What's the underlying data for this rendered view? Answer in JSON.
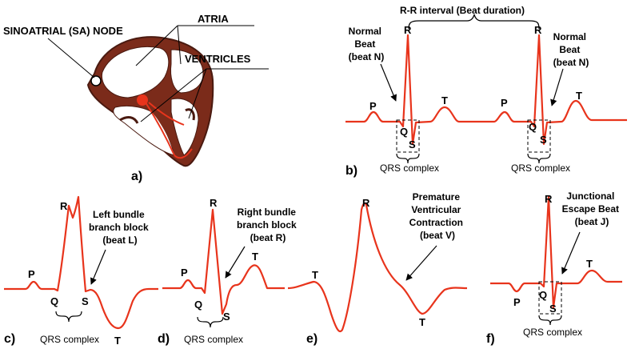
{
  "colors": {
    "trace": "#e8341c",
    "heart_outer": "#7b2b1a",
    "heart_edge": "#4a1a10",
    "chamber": "#ffffff",
    "ink": "#000000"
  },
  "heart": {
    "sa_node": "SINOATRIAL (SA) NODE",
    "atria": "ATRIA",
    "ventricles": "VENTRICLES",
    "panel": "a)"
  },
  "panel_b": {
    "rr": "R-R interval (Beat duration)",
    "normal_left": [
      "Normal",
      "Beat",
      "(beat N)"
    ],
    "normal_right": [
      "Normal",
      "Beat",
      "(beat N)"
    ],
    "beat1": {
      "p": "P",
      "q": "Q",
      "r": "R",
      "s": "S",
      "t": "T"
    },
    "beat2": {
      "p": "P",
      "q": "Q",
      "r": "R",
      "s": "S",
      "t": "T"
    },
    "qrs1": "QRS complex",
    "qrs2": "QRS complex",
    "panel": "b)"
  },
  "panel_c": {
    "caption": [
      "Left bundle",
      "branch block",
      "(beat L)"
    ],
    "p": "P",
    "q": "Q",
    "r": "R",
    "s": "S",
    "t": "T",
    "qrs": "QRS complex",
    "panel": "c)"
  },
  "panel_d": {
    "caption": [
      "Right bundle",
      "branch block",
      "(beat R)"
    ],
    "p": "P",
    "q": "Q",
    "r": "R",
    "s": "S",
    "t": "T",
    "qrs": "QRS complex",
    "panel": "d)"
  },
  "panel_e": {
    "caption": [
      "Premature",
      "Ventricular",
      "Contraction",
      "(beat V)"
    ],
    "r": "R",
    "t1": "T",
    "t2": "T",
    "panel": "e)"
  },
  "panel_f": {
    "caption": [
      "Junctional",
      "Escape Beat",
      "(beat J)"
    ],
    "p": "P",
    "q": "Q",
    "r": "R",
    "s": "S",
    "t": "T",
    "qrs": "QRS complex",
    "panel": "f)"
  }
}
